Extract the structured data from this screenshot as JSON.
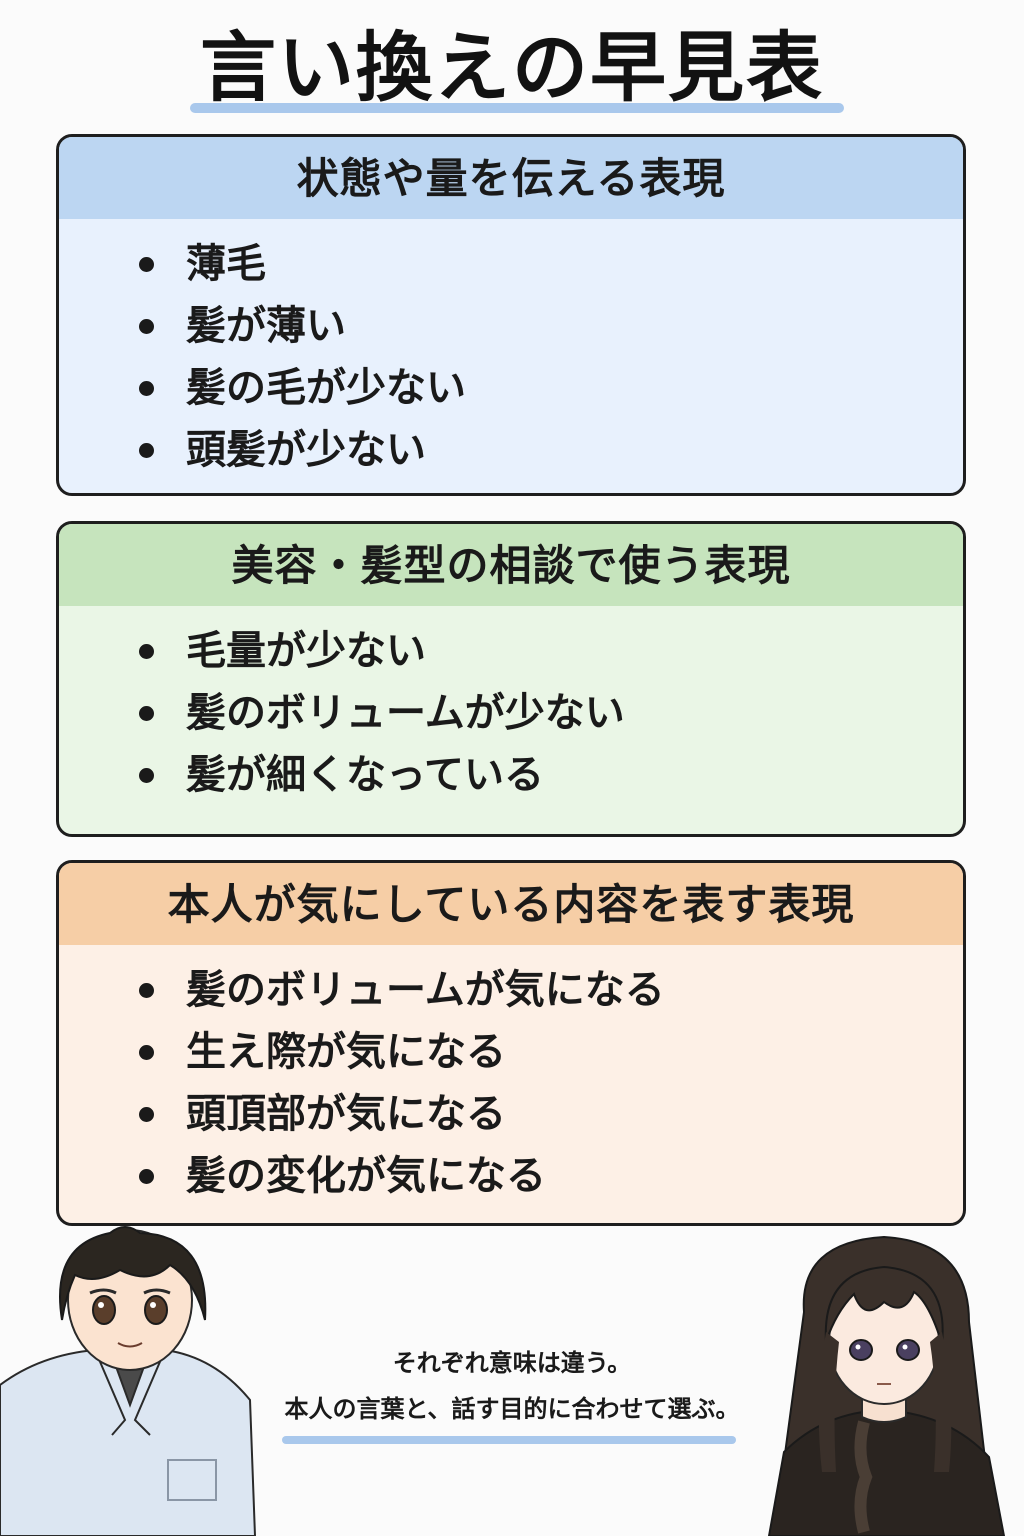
{
  "title": "言い換えの早見表",
  "sections": [
    {
      "heading": "状態や量を伝える表現",
      "items": [
        "薄毛",
        "髪が薄い",
        "髪の毛が少ない",
        "頭髪が少ない"
      ],
      "header_color": "#bcd6f2",
      "body_color": "#e8f1fd"
    },
    {
      "heading": "美容・髪型の相談で使う表現",
      "items": [
        "毛量が少ない",
        "髪のボリュームが少ない",
        "髪が細くなっている"
      ],
      "header_color": "#c6e4bd",
      "body_color": "#eaf6e6"
    },
    {
      "heading": "本人が気にしている内容を表す表現",
      "items": [
        "髪のボリュームが気になる",
        "生え際が気になる",
        "頭頂部が気になる",
        "髪の変化が気になる"
      ],
      "header_color": "#f6cea6",
      "body_color": "#fdf0e6"
    }
  ],
  "footer": {
    "line1": "それぞれ意味は違う。",
    "line2": "本人の言葉と、話す目的に合わせて選ぶ。"
  },
  "illustrations": [
    "boy-character",
    "girl-character"
  ],
  "accent_color": "#a9c8ec"
}
